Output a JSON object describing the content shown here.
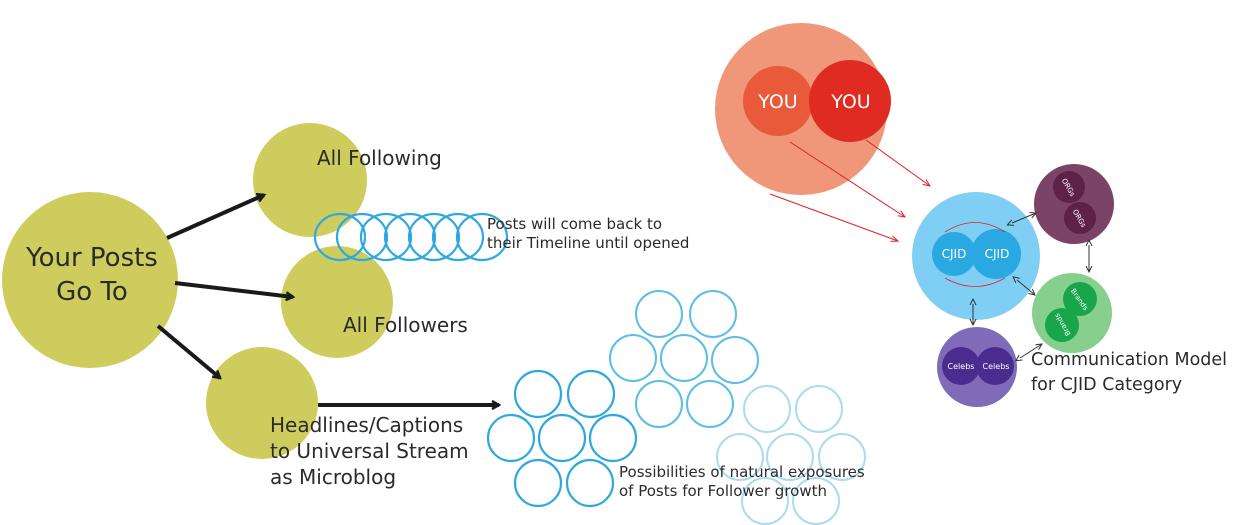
{
  "left_diagram": {
    "source": {
      "lines": [
        "Your Posts",
        "Go To"
      ]
    },
    "all_following": "All Following",
    "all_followers": "All Followers",
    "headlines": {
      "lines": [
        "Headlines/Captions",
        "to Universal Stream",
        "as Microblog"
      ]
    },
    "timeline_note": {
      "lines": [
        "Posts will come back to",
        "their Timeline until opened"
      ]
    },
    "exposure_note": {
      "lines": [
        "Possibilities of natural exposures",
        "of Posts for Follower growth"
      ]
    }
  },
  "right_diagram": {
    "you_labels": [
      "YOU",
      "YOU"
    ],
    "cjid_labels": [
      "CJID",
      "CJID"
    ],
    "orgs_labels": [
      "ORGs",
      "ORGs"
    ],
    "brands_labels": [
      "Brands",
      "Brands"
    ],
    "celebs_labels": [
      "Celebs",
      "Celebs"
    ],
    "caption": {
      "lines": [
        "Communication Model",
        "for CJID Category"
      ]
    }
  },
  "colors": {
    "olive": "#cfcc5e",
    "ring_blue": "#2ea8df",
    "ring_light": "#a9dcef",
    "salmon": "#f0977a",
    "you_left": "#e85a3a",
    "you_right": "#e02b22",
    "cjid_bg": "#7fcff5",
    "cjid_circle": "#2aa8e2",
    "orgs_bg": "#7b4466",
    "orgs_circle": "#5e2148",
    "brands_bg": "#86cf8c",
    "brands_circle": "#19a54b",
    "celebs_bg": "#7f6bb8",
    "celebs_circle": "#4a2c8f",
    "arrow": "#1a1a1a",
    "red_arrow": "#e0202a"
  }
}
